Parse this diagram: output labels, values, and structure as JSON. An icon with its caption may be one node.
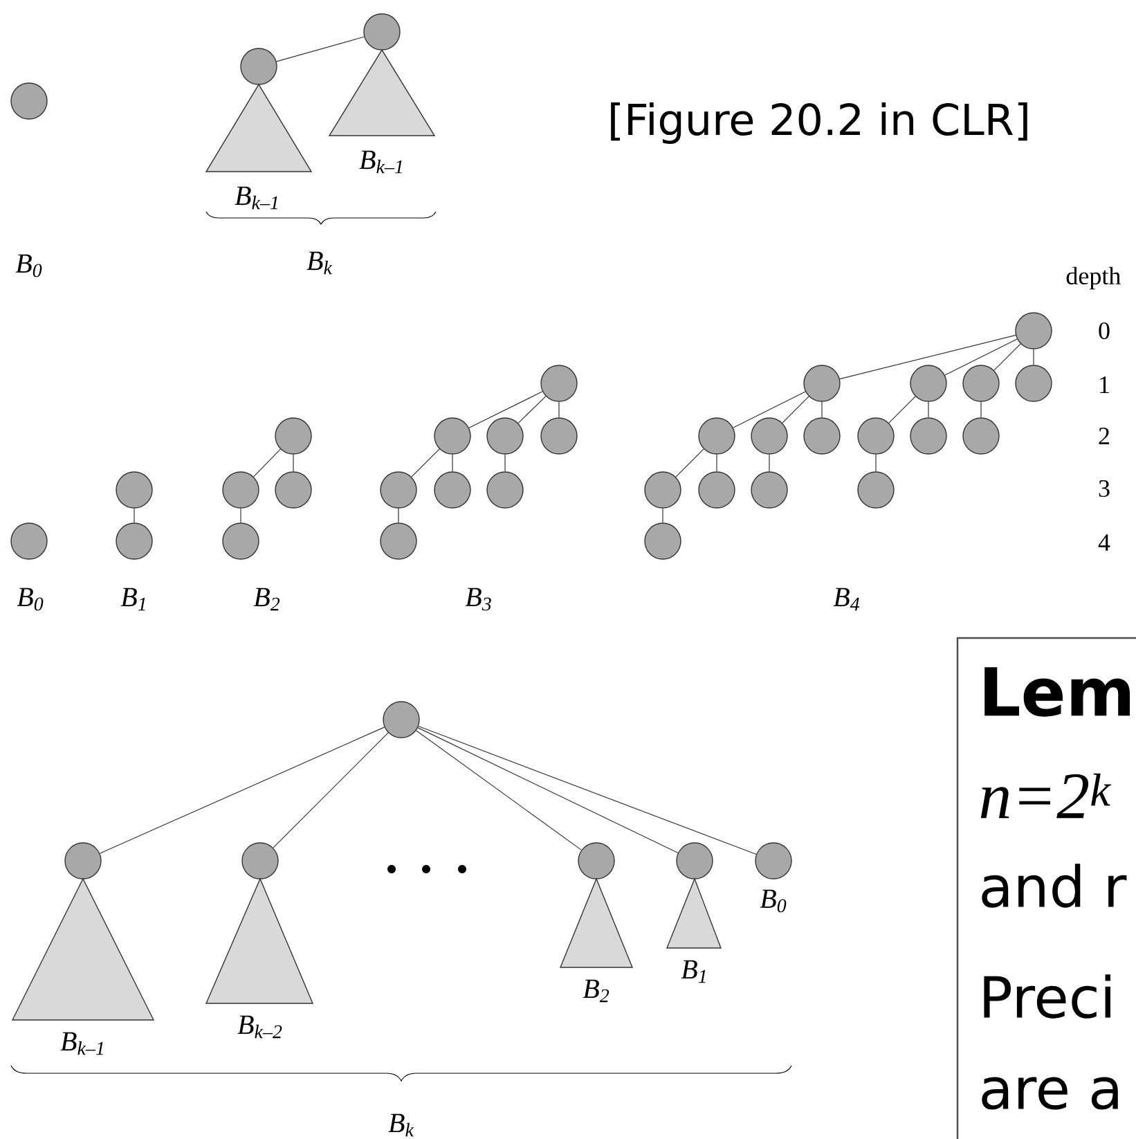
{
  "diagram": {
    "nodes": [
      {
        "text": [],
        "shape": "circle"
      },
      {
        "text": [],
        "shape": "circle"
      },
      {
        "text": [],
        "shape": "triangle",
        "beside": [
          "B$_{k–1}$"
        ]
      },
      {
        "text": [],
        "shape": "circle"
      },
      {
        "text": [],
        "shape": "triangle",
        "beside": [
          "B$_{k–1}$"
        ]
      },
      {
        "text": [],
        "shape": "circle"
      },
      {
        "text": [],
        "shape": "circle"
      },
      {
        "text": [],
        "shape": "circle"
      },
      {
        "text": [],
        "shape": "circle"
      },
      {
        "text": [],
        "shape": "circle"
      },
      {
        "text": [],
        "shape": "circle"
      },
      {
        "text": [],
        "shape": "circle"
      },
      {
        "text": [],
        "shape": "circle"
      },
      {
        "text": [],
        "shape": "circle"
      },
      {
        "text": [],
        "shape": "circle"
      },
      {
        "text": [],
        "shape": "circle"
      },
      {
        "text": [],
        "shape": "circle"
      },
      {
        "text": [],
        "shape": "circle"
      },
      {
        "text": [],
        "shape": "circle"
      },
      {
        "text": [],
        "shape": "circle"
      },
      {
        "text": [],
        "shape": "circle"
      },
      {
        "text": [],
        "shape": "circle"
      },
      {
        "text": [],
        "shape": "circle"
      },
      {
        "text": [],
        "shape": "circle"
      },
      {
        "text": [],
        "shape": "circle"
      },
      {
        "text": [],
        "shape": "circle"
      },
      {
        "text": [],
        "shape": "circle"
      },
      {
        "text": [],
        "shape": "circle"
      },
      {
        "text": [],
        "shape": "circle"
      },
      {
        "text": [],
        "shape": "circle"
      },
      {
        "text": [],
        "shape": "circle"
      },
      {
        "text": [],
        "shape": "circle"
      },
      {
        "text": [],
        "shape": "circle"
      },
      {
        "text": [],
        "shape": "circle"
      },
      {
        "text": [],
        "shape": "circle"
      },
      {
        "text": [],
        "shape": "circle"
      },
      {
        "text": [],
        "shape": "circle"
      },
      {
        "text": [],
        "shape": "circle"
      },
      {
        "text": [],
        "shape": "triangle",
        "beside": [
          "B$_{k–1}$"
        ]
      },
      {
        "text": [],
        "shape": "circle"
      },
      {
        "text": [],
        "shape": "triangle",
        "beside": [
          "B$_{k–2}$"
        ]
      },
      {
        "text": [],
        "shape": "circle"
      },
      {
        "text": [],
        "shape": "triangle",
        "beside": [
          "B$_{2}$"
        ]
      },
      {
        "text": [],
        "shape": "circle"
      },
      {
        "text": [],
        "shape": "triangle",
        "beside": [
          "B$_{1}$"
        ]
      },
      {
        "text": [],
        "shape": "circle",
        "beside": [
          "B$_{0}$"
        ]
      },
      {
        "text": [
          "Lem",
          "n=2$^{k}$",
          "and r",
          "Preci",
          "are a"
        ]
      }
    ],
    "edges": [
      {
        "from": 1,
        "to": 3,
        "arrow": "none"
      },
      {
        "from": 6,
        "to": 7,
        "arrow": "none"
      },
      {
        "from": 8,
        "to": 9,
        "arrow": "none"
      },
      {
        "from": 8,
        "to": 10,
        "arrow": "none"
      },
      {
        "from": 9,
        "to": 11,
        "arrow": "none"
      },
      {
        "from": 12,
        "to": 13,
        "arrow": "none"
      },
      {
        "from": 12,
        "to": 14,
        "arrow": "none"
      },
      {
        "from": 12,
        "to": 15,
        "arrow": "none"
      },
      {
        "from": 13,
        "to": 16,
        "arrow": "none"
      },
      {
        "from": 13,
        "to": 17,
        "arrow": "none"
      },
      {
        "from": 14,
        "to": 18,
        "arrow": "none"
      },
      {
        "from": 16,
        "to": 19,
        "arrow": "none"
      },
      {
        "from": 20,
        "to": 21,
        "arrow": "none"
      },
      {
        "from": 20,
        "to": 22,
        "arrow": "none"
      },
      {
        "from": 20,
        "to": 23,
        "arrow": "none"
      },
      {
        "from": 20,
        "to": 24,
        "arrow": "none"
      },
      {
        "from": 21,
        "to": 25,
        "arrow": "none"
      },
      {
        "from": 21,
        "to": 26,
        "arrow": "none"
      },
      {
        "from": 21,
        "to": 27,
        "arrow": "none"
      },
      {
        "from": 22,
        "to": 28,
        "arrow": "none"
      },
      {
        "from": 22,
        "to": 29,
        "arrow": "none"
      },
      {
        "from": 23,
        "to": 30,
        "arrow": "none"
      },
      {
        "from": 25,
        "to": 31,
        "arrow": "none"
      },
      {
        "from": 25,
        "to": 32,
        "arrow": "none"
      },
      {
        "from": 26,
        "to": 33,
        "arrow": "none"
      },
      {
        "from": 28,
        "to": 34,
        "arrow": "none"
      },
      {
        "from": 31,
        "to": 35,
        "arrow": "none"
      },
      {
        "from": 36,
        "to": 37,
        "arrow": "none"
      },
      {
        "from": 36,
        "to": 39,
        "arrow": "none"
      },
      {
        "from": 36,
        "to": 41,
        "arrow": "none"
      },
      {
        "from": 36,
        "to": 43,
        "arrow": "none"
      },
      {
        "from": 36,
        "to": 45,
        "arrow": "none"
      }
    ],
    "labels": [
      "[Figure 20.2 in CLR]",
      "B$_{0}$",
      "B$_{k}$",
      "depth",
      "0",
      "1",
      "2",
      "3",
      "4",
      "B$_{0}$",
      "B$_{1}$",
      "B$_{2}$",
      "B$_{3}$",
      "B$_{4}$",
      "B$_{k}$"
    ]
  }
}
